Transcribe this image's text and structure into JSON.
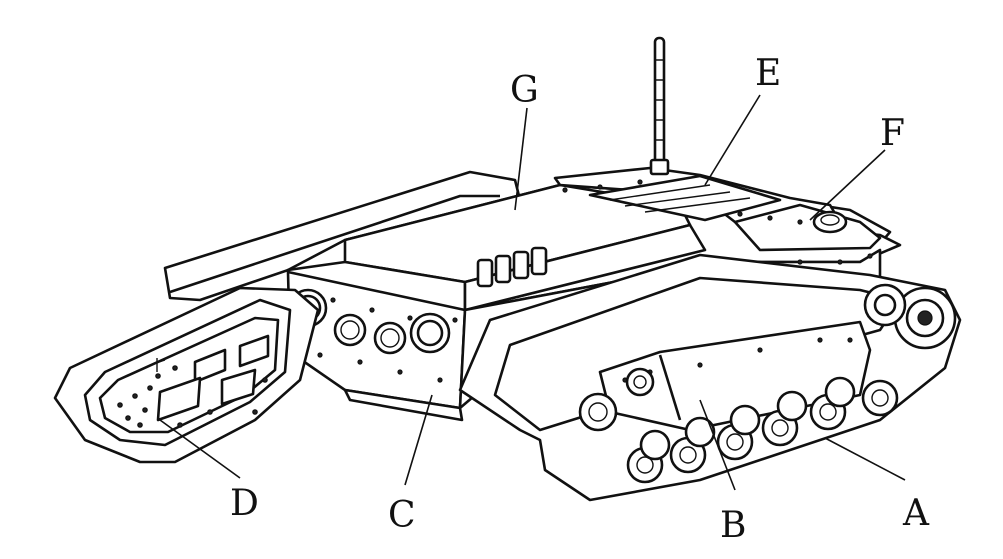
{
  "figure": {
    "labels": {
      "A": "A",
      "B": "B",
      "C": "C",
      "D": "D",
      "E": "E",
      "F": "F",
      "G": "G"
    }
  },
  "colors": {
    "line": "#111111",
    "background": "#ffffff"
  }
}
